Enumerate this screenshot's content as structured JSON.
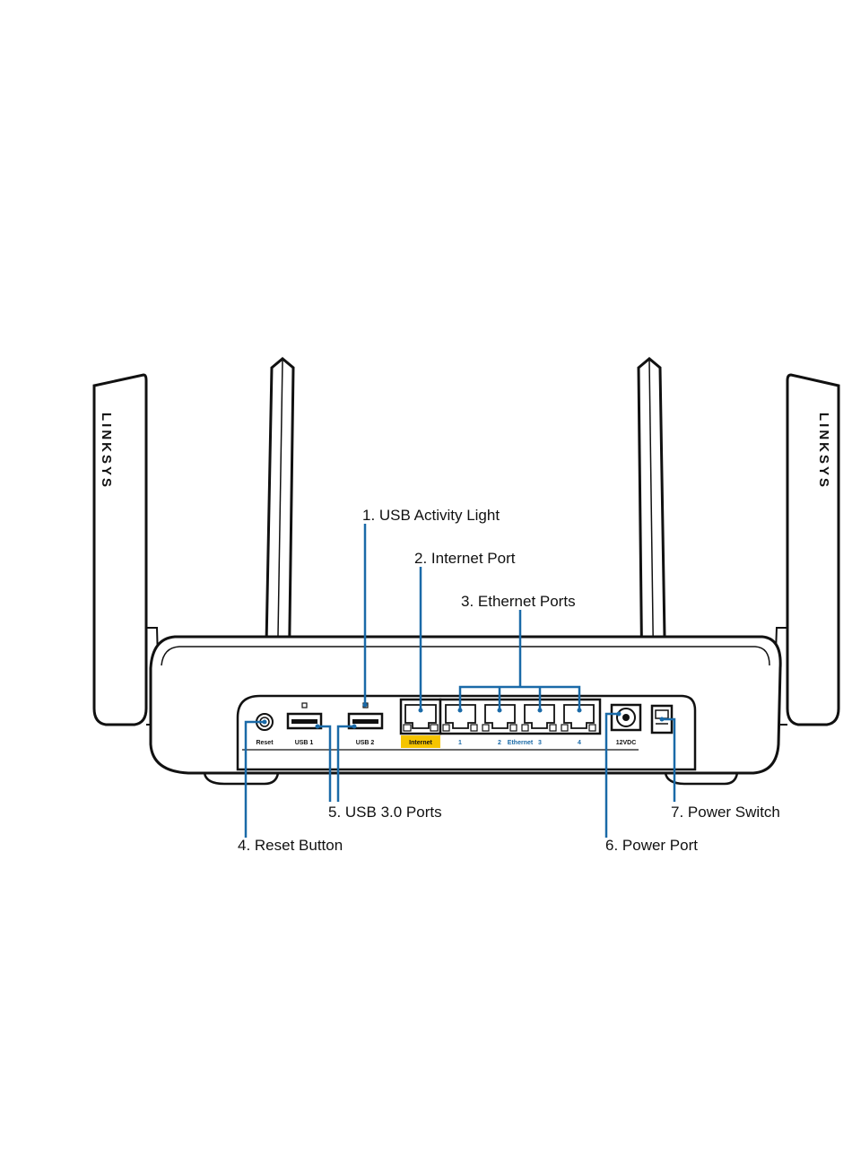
{
  "brand": {
    "logo_left": "LINKSYS",
    "logo_right": "LINKSYS"
  },
  "callouts": [
    {
      "id": "usb-activity-light",
      "text": "1. USB Activity Light"
    },
    {
      "id": "internet-port",
      "text": "2. Internet Port"
    },
    {
      "id": "ethernet-ports",
      "text": "3. Ethernet Ports"
    },
    {
      "id": "reset-button",
      "text": "4. Reset Button"
    },
    {
      "id": "usb-3-ports",
      "text": "5. USB 3.0 Ports"
    },
    {
      "id": "power-port",
      "text": "6. Power Port"
    },
    {
      "id": "power-switch",
      "text": "7. Power Switch"
    }
  ],
  "port_labels": {
    "reset": "Reset",
    "usb1": "USB 1",
    "usb2": "USB 2",
    "internet": "Internet",
    "eth1": "1",
    "eth2": "2",
    "ethernet": "Ethernet",
    "eth3": "3",
    "eth4": "4",
    "dc": "12VDC"
  },
  "colors": {
    "leader_line": "#1a6aa8",
    "internet_highlight": "#f5c400",
    "ethernet_label": "#1a6aa8",
    "router_outline": "#111111"
  }
}
